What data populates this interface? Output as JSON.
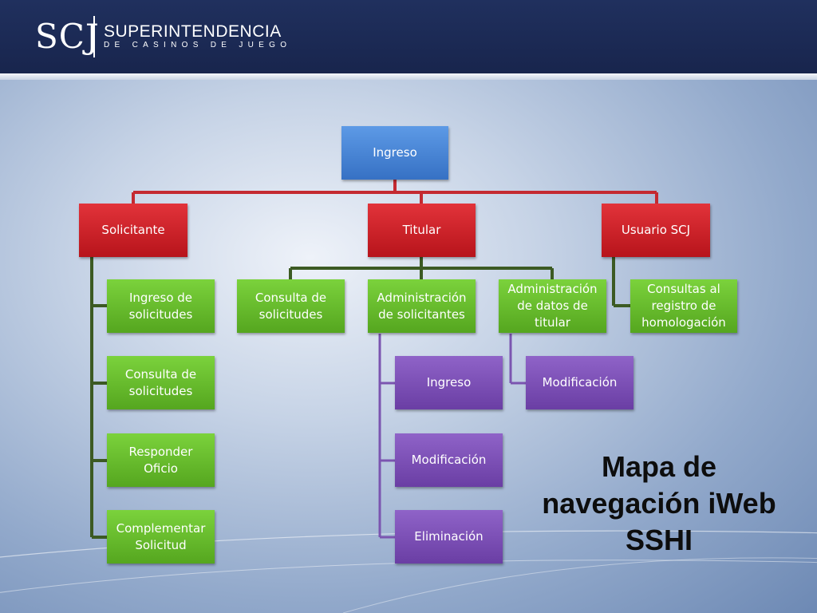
{
  "header": {
    "logo_mark": "SCJ",
    "org_name": "SUPERINTENDENCIA",
    "org_subtitle": "DE CASINOS DE JUEGO"
  },
  "diagram": {
    "root": "Ingreso",
    "level1": {
      "solicitante": "Solicitante",
      "titular": "Titular",
      "usuario_scj": "Usuario SCJ"
    },
    "solicitante_items": [
      "Ingreso de solicitudes",
      "Consulta de solicitudes",
      "Responder Oficio",
      "Complementar Solicitud"
    ],
    "titular_items": [
      "Consulta de solicitudes",
      "Administración de solicitantes",
      "Administración de datos de titular"
    ],
    "usuario_items": [
      "Consultas al registro de homologación"
    ],
    "admin_solicitantes_items": [
      "Ingreso",
      "Modificación",
      "Eliminación"
    ],
    "admin_titular_items": [
      "Modificación"
    ]
  },
  "caption": {
    "line1": "Mapa de",
    "line2": "navegación iWeb",
    "line3": "SSHI"
  },
  "colors": {
    "header_bg": "#1b2852",
    "root_node": "#3f7fd0",
    "level1_node": "#c9181f",
    "level2_node": "#64b82a",
    "level3_node": "#7a4fb5",
    "red_connector": "#c42a31",
    "green_connector": "#3c5a23",
    "purple_connector": "#7b55b0"
  }
}
